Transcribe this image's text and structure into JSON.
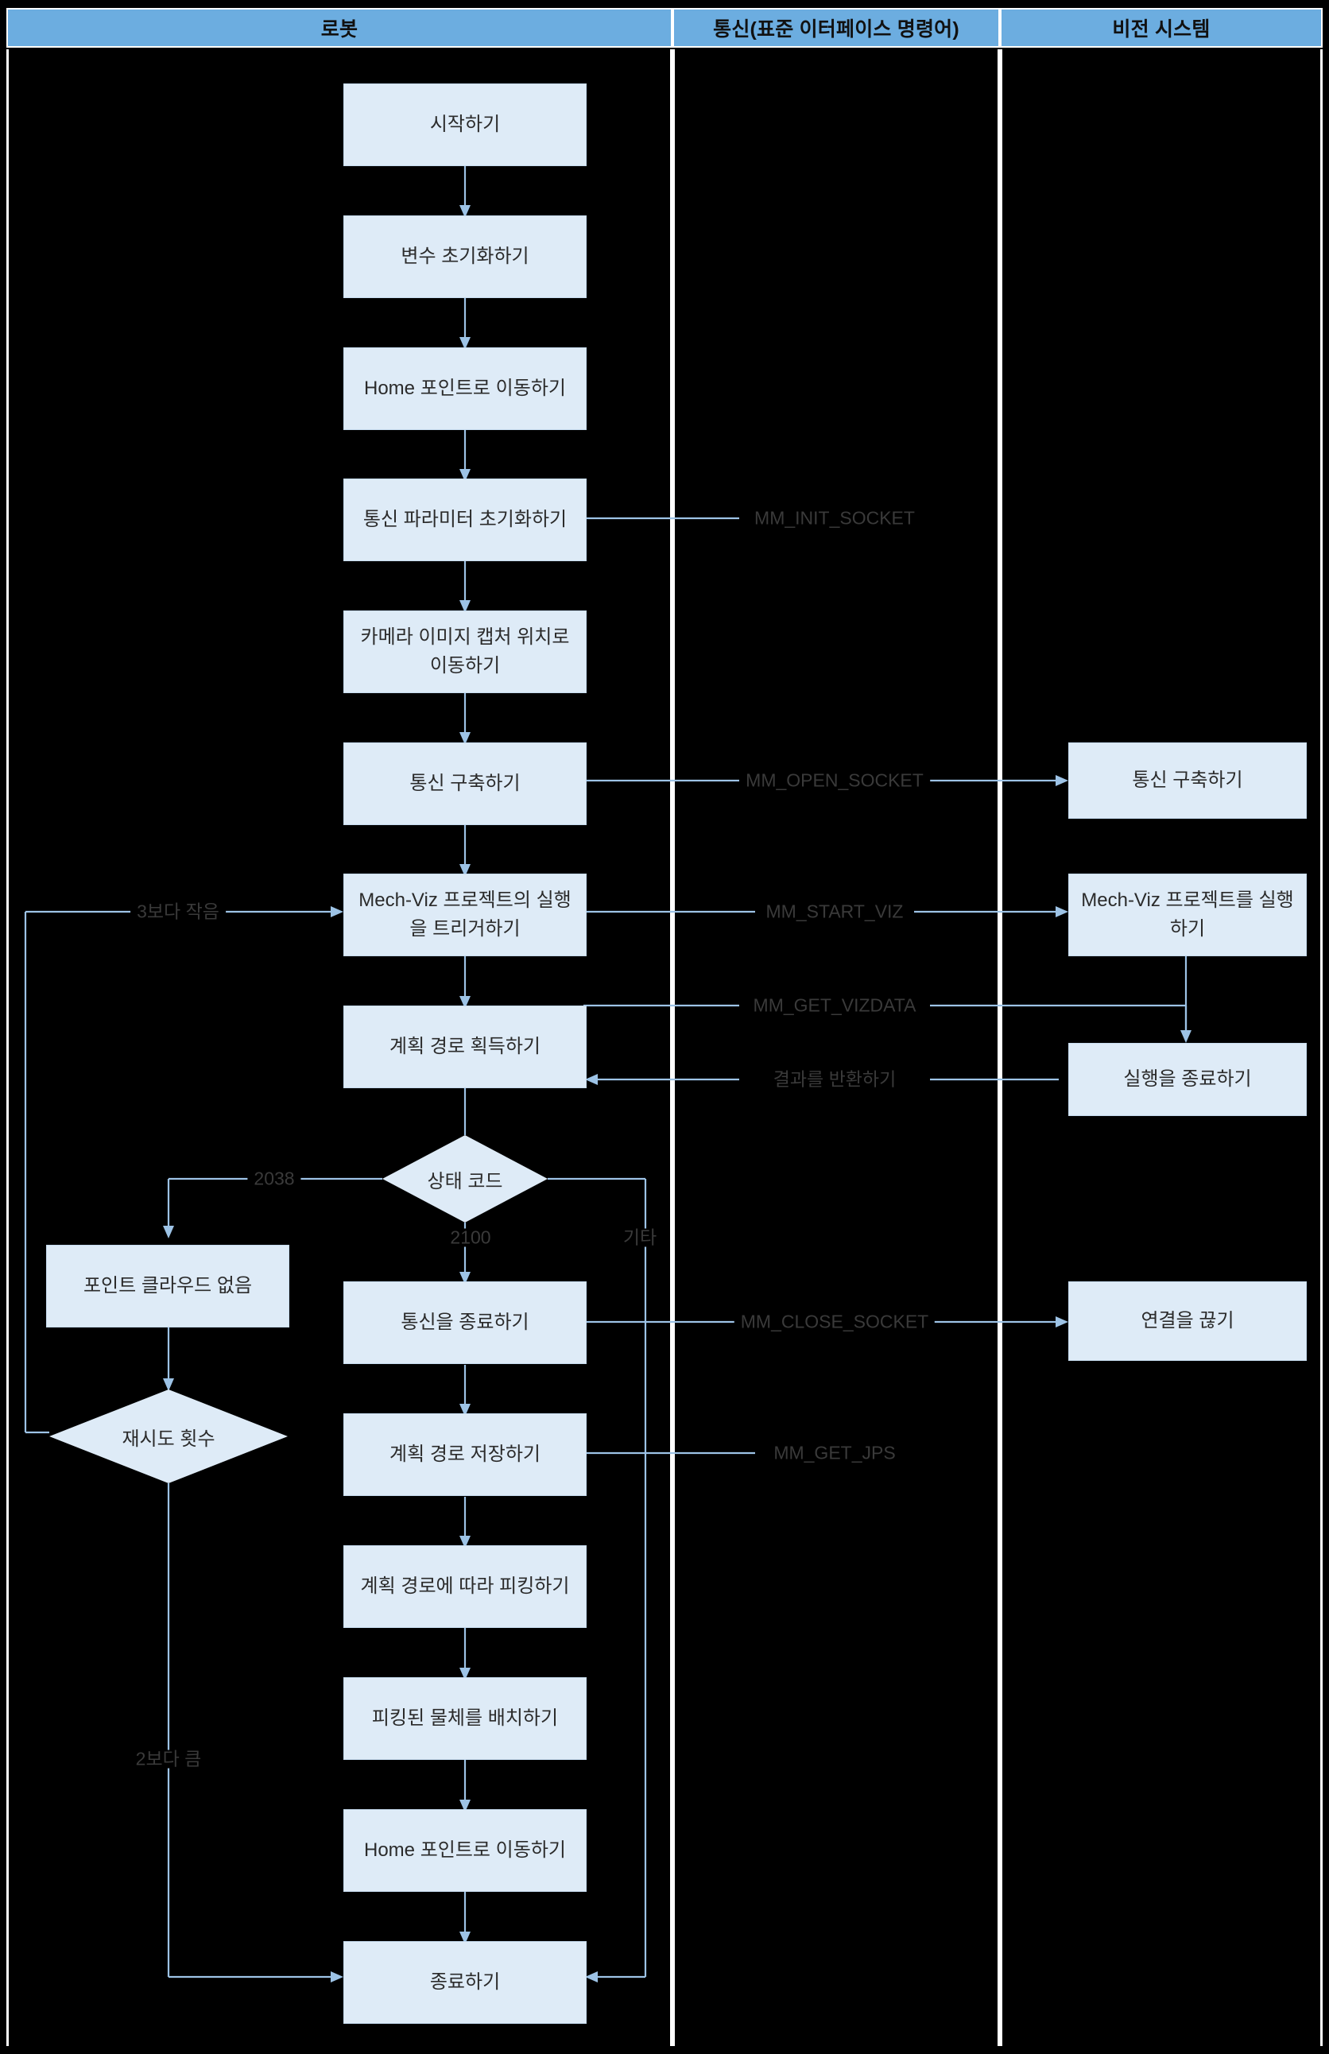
{
  "lanes": [
    {
      "id": "robot",
      "title": "로봇"
    },
    {
      "id": "comm",
      "title": "통신(표준 이터페이스 명령어)"
    },
    {
      "id": "vision",
      "title": "비전 시스템"
    }
  ],
  "colors": {
    "lane_header_fill": "#6CADE0",
    "lane_header_border": "#FFFFFF",
    "node_fill": "#DEEBF7",
    "node_border": "#C6DBEF",
    "connector": "#9DC3E6",
    "background": "#000000",
    "text": "#2B2B2B",
    "edge_label_text": "#3A3A3A"
  },
  "robot_nodes": [
    {
      "id": "start",
      "label": "시작하기"
    },
    {
      "id": "init-var",
      "label": "변수 초기화하기"
    },
    {
      "id": "move-home-1",
      "label": "Home 포인트로 이동하기"
    },
    {
      "id": "init-comm-param",
      "label": "통신 파라미터 초기화하기"
    },
    {
      "id": "move-capture",
      "label": "카메라 이미지 캡처 위치로 이동하기"
    },
    {
      "id": "open-comm",
      "label": "통신 구축하기"
    },
    {
      "id": "trigger-viz",
      "label": "Mech-Viz 프로젝트의 실행을 트리거하기"
    },
    {
      "id": "get-path",
      "label": "계획 경로 획득하기"
    },
    {
      "id": "no-point-cloud",
      "label": "포인트 클라우드 없음"
    },
    {
      "id": "close-comm",
      "label": "통신을 종료하기"
    },
    {
      "id": "save-path",
      "label": "계획 경로 저장하기"
    },
    {
      "id": "pick-along-path",
      "label": "계획 경로에 따라 피킹하기"
    },
    {
      "id": "place-object",
      "label": "피킹된 물체를 배치하기"
    },
    {
      "id": "move-home-2",
      "label": "Home 포인트로 이동하기"
    },
    {
      "id": "end",
      "label": "종료하기"
    }
  ],
  "robot_decisions": [
    {
      "id": "status-code",
      "label": "상태 코드"
    },
    {
      "id": "retry-count",
      "label": "재시도 횟수"
    }
  ],
  "vision_nodes": [
    {
      "id": "v-open-comm",
      "label": "통신 구축하기"
    },
    {
      "id": "v-run-viz",
      "label": "Mech-Viz 프로젝트를 실행하기"
    },
    {
      "id": "v-end-run",
      "label": "실행을 종료하기"
    },
    {
      "id": "v-disconnect",
      "label": "연결을 끊기"
    }
  ],
  "comm_labels": [
    {
      "id": "mm-init-socket",
      "label": "MM_INIT_SOCKET"
    },
    {
      "id": "mm-open-socket",
      "label": "MM_OPEN_SOCKET"
    },
    {
      "id": "mm-start-viz",
      "label": "MM_START_VIZ"
    },
    {
      "id": "mm-get-vizdata",
      "label": "MM_GET_VIZDATA"
    },
    {
      "id": "return-result",
      "label": "결과를 반환하기"
    },
    {
      "id": "mm-close-socket",
      "label": "MM_CLOSE_SOCKET"
    },
    {
      "id": "mm-get-jps",
      "label": "MM_GET_JPS"
    }
  ],
  "branch_labels": [
    {
      "id": "less-than-3",
      "label": "3보다 작음"
    },
    {
      "id": "code-2038",
      "label": "2038"
    },
    {
      "id": "code-2100",
      "label": "2100"
    },
    {
      "id": "other",
      "label": "기타"
    },
    {
      "id": "greater-than-2",
      "label": "2보다 큼"
    }
  ]
}
